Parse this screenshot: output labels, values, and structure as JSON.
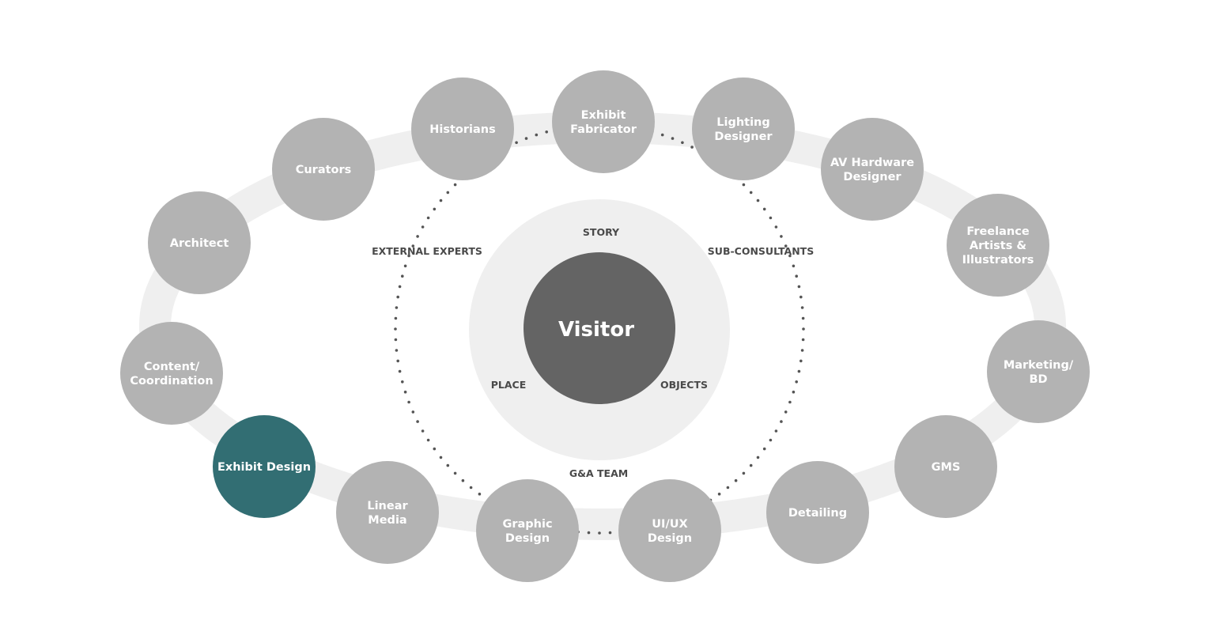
{
  "diagram": {
    "center": {
      "label": "Visitor",
      "color": "#646464"
    },
    "inner_ring": {
      "color": "#efefef",
      "labels": [
        "STORY",
        "PLACE",
        "OBJECTS"
      ]
    },
    "outer_labels": [
      "EXTERNAL EXPERTS",
      "SUB-CONSULTANTS",
      "G&A TEAM"
    ],
    "track_color": "#efefef",
    "node_color": "#b3b3b3",
    "highlight_color": "#326e73",
    "dots_color": "#555555",
    "nodes": [
      {
        "id": "historians",
        "lines": [
          "Historians"
        ],
        "highlight": false
      },
      {
        "id": "exhibit-fabricator",
        "lines": [
          "Exhibit",
          "Fabricator"
        ],
        "highlight": false
      },
      {
        "id": "lighting-designer",
        "lines": [
          "Lighting",
          "Designer"
        ],
        "highlight": false
      },
      {
        "id": "av-hardware-designer",
        "lines": [
          "AV Hardware",
          "Designer"
        ],
        "highlight": false
      },
      {
        "id": "freelance-artists",
        "lines": [
          "Freelance",
          "Artists &",
          "Illustrators"
        ],
        "highlight": false
      },
      {
        "id": "marketing-bd",
        "lines": [
          "Marketing/",
          "BD"
        ],
        "highlight": false
      },
      {
        "id": "gms",
        "lines": [
          "GMS"
        ],
        "highlight": false
      },
      {
        "id": "detailing",
        "lines": [
          "Detailing"
        ],
        "highlight": false
      },
      {
        "id": "ui-ux-design",
        "lines": [
          "UI/UX",
          "Design"
        ],
        "highlight": false
      },
      {
        "id": "graphic-design",
        "lines": [
          "Graphic",
          "Design"
        ],
        "highlight": false
      },
      {
        "id": "linear-media",
        "lines": [
          "Linear",
          "Media"
        ],
        "highlight": false
      },
      {
        "id": "exhibit-design",
        "lines": [
          "Exhibit Design"
        ],
        "highlight": true
      },
      {
        "id": "content-coordination",
        "lines": [
          "Content/",
          "Coordination"
        ],
        "highlight": false
      },
      {
        "id": "architect",
        "lines": [
          "Architect"
        ],
        "highlight": false
      },
      {
        "id": "curators",
        "lines": [
          "Curators"
        ],
        "highlight": false
      }
    ]
  }
}
